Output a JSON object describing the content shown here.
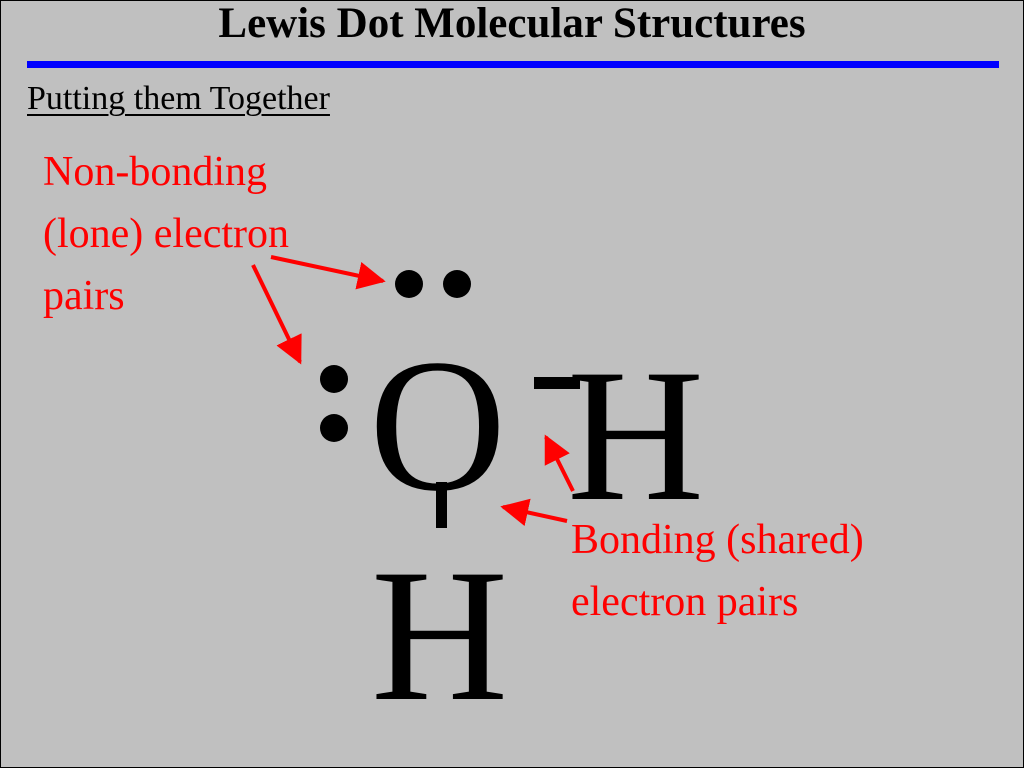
{
  "slide": {
    "title": "Lewis Dot Molecular Structures",
    "subtitle": "Putting them Together",
    "rule_color": "#0000ff",
    "background_color": "#c0c0c0"
  },
  "annotations": {
    "lone_pairs": "Non-bonding\n(lone) electron\npairs",
    "bonding_pairs": "Bonding (shared)\nelectron pairs",
    "color": "#ff0000"
  },
  "molecule": {
    "central_atom": "O",
    "bonded_atom_right": "H",
    "bonded_atom_bottom": "H"
  }
}
